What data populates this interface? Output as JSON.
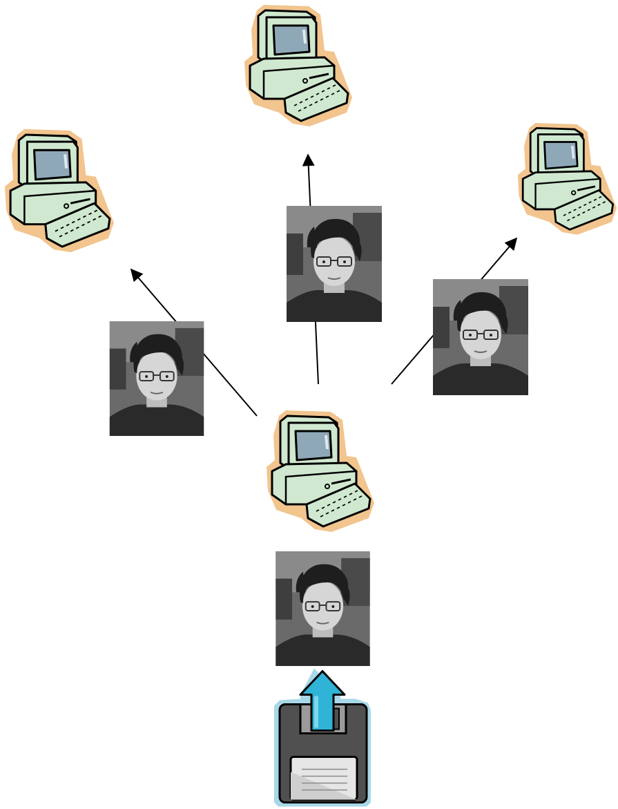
{
  "diagram": {
    "nodes": [
      {
        "id": "computer-top",
        "icon": "computer-icon"
      },
      {
        "id": "computer-left",
        "icon": "computer-icon"
      },
      {
        "id": "computer-right",
        "icon": "computer-icon"
      },
      {
        "id": "computer-center",
        "icon": "computer-icon"
      },
      {
        "id": "photo-top",
        "icon": "portrait-photo"
      },
      {
        "id": "photo-left",
        "icon": "portrait-photo"
      },
      {
        "id": "photo-right",
        "icon": "portrait-photo"
      },
      {
        "id": "photo-bottom",
        "icon": "portrait-photo"
      },
      {
        "id": "floppy-upload",
        "icon": "floppy-disk-upload-icon"
      }
    ],
    "edges": [
      {
        "from": "computer-center",
        "to": "computer-top",
        "arrow": true
      },
      {
        "from": "computer-center",
        "to": "computer-left",
        "arrow": true
      },
      {
        "from": "computer-center",
        "to": "computer-right",
        "arrow": true
      },
      {
        "from": "floppy-upload",
        "to": "computer-center",
        "arrow": true
      }
    ],
    "colors": {
      "computer_body": "#cfe8cf",
      "computer_glow": "#f2c48e",
      "screen": "#8fa8b8",
      "floppy_body": "#505050",
      "floppy_glow": "#a8d8e8",
      "arrow_blue": "#2fb3d6",
      "line": "#000000"
    }
  }
}
